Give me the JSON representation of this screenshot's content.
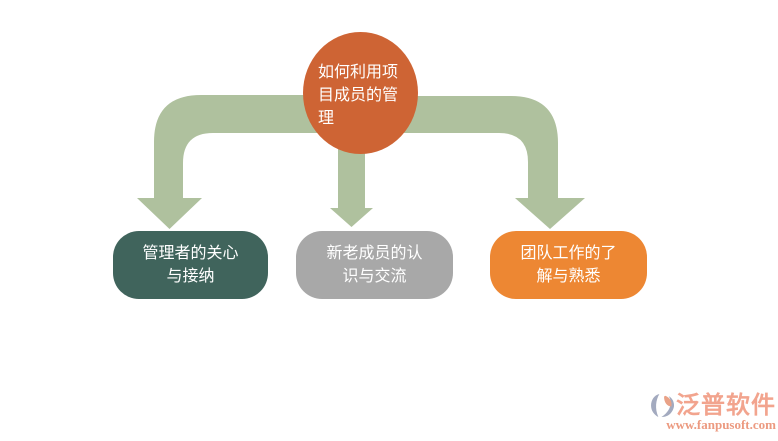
{
  "diagram": {
    "title_node": {
      "lines": [
        "如何利用项",
        "目成员的管",
        "理"
      ]
    },
    "branch_nodes": [
      {
        "lines": [
          "管理者的关心",
          "与接纳"
        ],
        "color": "#40645C"
      },
      {
        "lines": [
          "新老成员的认",
          "识与交流"
        ],
        "color": "#A8A8A8"
      },
      {
        "lines": [
          "团队工作的了",
          "解与熟悉"
        ],
        "color": "#ED8733"
      }
    ]
  },
  "watermark": {
    "brand": "泛普软件",
    "url": "www.fanpusoft.com"
  },
  "colors": {
    "background": "#FFFFFF",
    "root_node": "#CE6434",
    "arrow": "#AFC19E",
    "node_left": "#40645C",
    "node_middle": "#A8A8A8",
    "node_right": "#ED8733",
    "watermark_brand": "#F2A48E",
    "watermark_url": "#EC9A80",
    "logo_blue": "#A3AABF",
    "logo_salmon": "#E9A287"
  }
}
